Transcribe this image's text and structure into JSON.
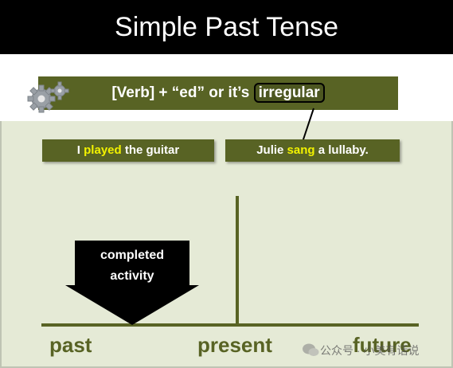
{
  "title": "Simple Past Tense",
  "rule": {
    "prefix": "[Verb] + “ed” or it’s",
    "highlight": "irregular"
  },
  "examples": [
    {
      "before": "I ",
      "verb": "played",
      "after": " the guitar"
    },
    {
      "before": "Julie ",
      "verb": "sang",
      "after": " a lullaby."
    }
  ],
  "arrow": {
    "line1": "completed",
    "line2": "activity"
  },
  "timeline": {
    "past": "past",
    "present": "present",
    "future": "future"
  },
  "watermark": "公众号 · 小美有话说",
  "colors": {
    "olive": "#586324",
    "highlight": "#f2f200",
    "background": "#e5ead6"
  },
  "icons": [
    "gears-icon",
    "wechat-icon"
  ]
}
